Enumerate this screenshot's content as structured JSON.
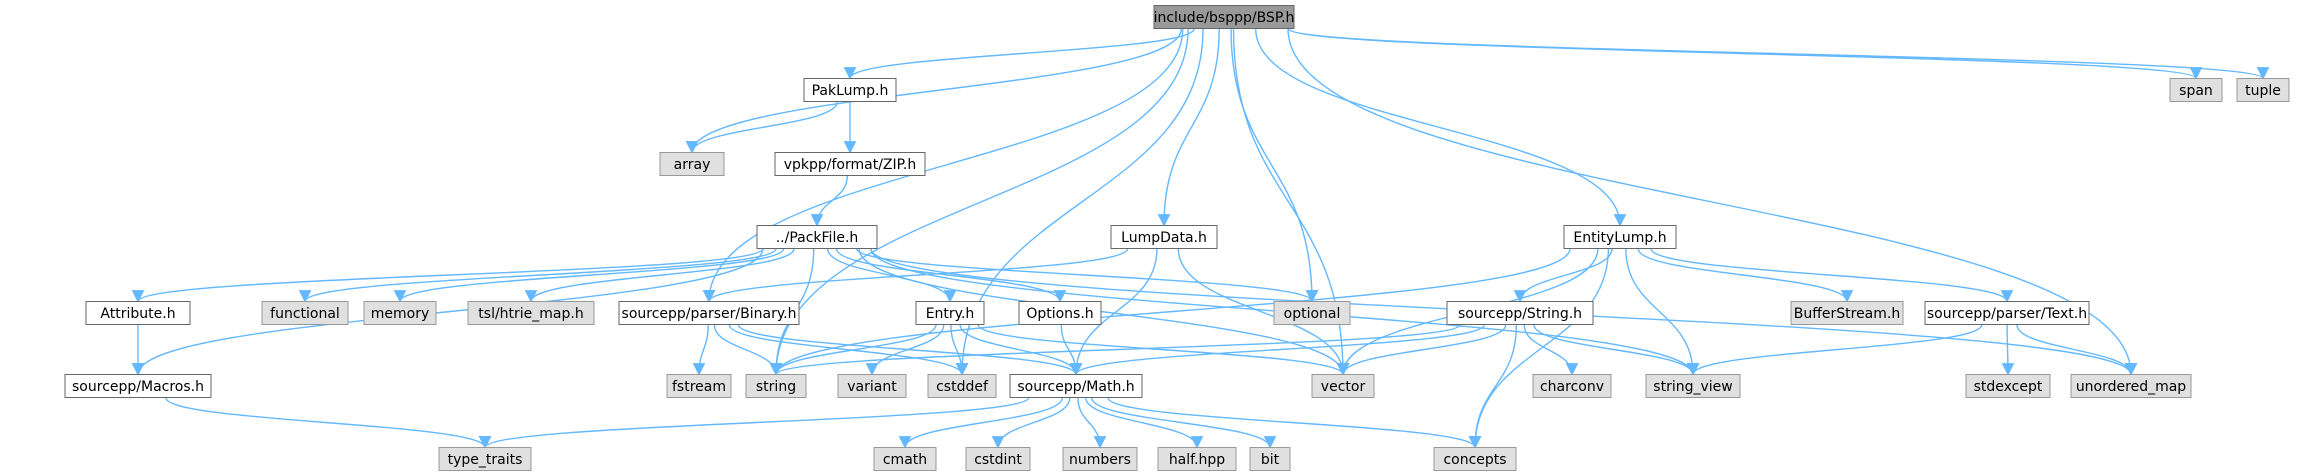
{
  "colors": {
    "edge": "#63b8ff",
    "root_fill": "#999999",
    "root_stroke": "#666666",
    "local_fill": "#ffffff",
    "local_stroke": "#666666",
    "system_fill": "#e0e0e0",
    "system_stroke": "#999999"
  },
  "graph": {
    "nodes": [
      {
        "id": "root",
        "label": "include/bsppp/BSP.h",
        "kind": "root"
      },
      {
        "id": "paklump",
        "label": "PakLump.h",
        "kind": "local"
      },
      {
        "id": "array",
        "label": "array",
        "kind": "system"
      },
      {
        "id": "zip",
        "label": "vpkpp/format/ZIP.h",
        "kind": "local"
      },
      {
        "id": "packfile",
        "label": "../PackFile.h",
        "kind": "local"
      },
      {
        "id": "lumpdata",
        "label": "LumpData.h",
        "kind": "local"
      },
      {
        "id": "entitylump",
        "label": "EntityLump.h",
        "kind": "local"
      },
      {
        "id": "span",
        "label": "span",
        "kind": "system"
      },
      {
        "id": "tuple",
        "label": "tuple",
        "kind": "system"
      },
      {
        "id": "attribute",
        "label": "Attribute.h",
        "kind": "local"
      },
      {
        "id": "functional",
        "label": "functional",
        "kind": "system"
      },
      {
        "id": "memory",
        "label": "memory",
        "kind": "system"
      },
      {
        "id": "htrie",
        "label": "tsl/htrie_map.h",
        "kind": "system"
      },
      {
        "id": "binary",
        "label": "sourcepp/parser/Binary.h",
        "kind": "local"
      },
      {
        "id": "entry",
        "label": "Entry.h",
        "kind": "local"
      },
      {
        "id": "options",
        "label": "Options.h",
        "kind": "local"
      },
      {
        "id": "optional",
        "label": "optional",
        "kind": "system"
      },
      {
        "id": "string_h",
        "label": "sourcepp/String.h",
        "kind": "local"
      },
      {
        "id": "bufferstream",
        "label": "BufferStream.h",
        "kind": "system"
      },
      {
        "id": "text",
        "label": "sourcepp/parser/Text.h",
        "kind": "local"
      },
      {
        "id": "macros",
        "label": "sourcepp/Macros.h",
        "kind": "local"
      },
      {
        "id": "fstream",
        "label": "fstream",
        "kind": "system"
      },
      {
        "id": "string",
        "label": "string",
        "kind": "system"
      },
      {
        "id": "variant",
        "label": "variant",
        "kind": "system"
      },
      {
        "id": "cstddef",
        "label": "cstddef",
        "kind": "system"
      },
      {
        "id": "math",
        "label": "sourcepp/Math.h",
        "kind": "local"
      },
      {
        "id": "vector",
        "label": "vector",
        "kind": "system"
      },
      {
        "id": "charconv",
        "label": "charconv",
        "kind": "system"
      },
      {
        "id": "string_view",
        "label": "string_view",
        "kind": "system"
      },
      {
        "id": "stdexcept",
        "label": "stdexcept",
        "kind": "system"
      },
      {
        "id": "unordered_map",
        "label": "unordered_map",
        "kind": "system"
      },
      {
        "id": "type_traits",
        "label": "type_traits",
        "kind": "system"
      },
      {
        "id": "cmath",
        "label": "cmath",
        "kind": "system"
      },
      {
        "id": "cstdint",
        "label": "cstdint",
        "kind": "system"
      },
      {
        "id": "numbers",
        "label": "numbers",
        "kind": "system"
      },
      {
        "id": "halfhpp",
        "label": "half.hpp",
        "kind": "system"
      },
      {
        "id": "bit",
        "label": "bit",
        "kind": "system"
      },
      {
        "id": "concepts",
        "label": "concepts",
        "kind": "system"
      }
    ],
    "edges": [
      [
        "root",
        "paklump"
      ],
      [
        "root",
        "array"
      ],
      [
        "root",
        "string"
      ],
      [
        "root",
        "binary"
      ],
      [
        "root",
        "cstddef"
      ],
      [
        "root",
        "lumpdata"
      ],
      [
        "root",
        "optional"
      ],
      [
        "root",
        "vector"
      ],
      [
        "root",
        "entitylump"
      ],
      [
        "root",
        "unordered_map"
      ],
      [
        "root",
        "span"
      ],
      [
        "root",
        "tuple"
      ],
      [
        "paklump",
        "array"
      ],
      [
        "paklump",
        "zip"
      ],
      [
        "zip",
        "packfile"
      ],
      [
        "packfile",
        "attribute"
      ],
      [
        "packfile",
        "functional"
      ],
      [
        "packfile",
        "memory"
      ],
      [
        "packfile",
        "htrie"
      ],
      [
        "packfile",
        "macros"
      ],
      [
        "packfile",
        "string"
      ],
      [
        "packfile",
        "entry"
      ],
      [
        "packfile",
        "options"
      ],
      [
        "packfile",
        "optional"
      ],
      [
        "packfile",
        "vector"
      ],
      [
        "packfile",
        "string_view"
      ],
      [
        "packfile",
        "unordered_map"
      ],
      [
        "attribute",
        "macros"
      ],
      [
        "macros",
        "type_traits"
      ],
      [
        "entry",
        "string"
      ],
      [
        "entry",
        "variant"
      ],
      [
        "entry",
        "cstddef"
      ],
      [
        "entry",
        "math"
      ],
      [
        "entry",
        "vector"
      ],
      [
        "options",
        "math"
      ],
      [
        "binary",
        "fstream"
      ],
      [
        "binary",
        "string"
      ],
      [
        "binary",
        "cstddef"
      ],
      [
        "binary",
        "math"
      ],
      [
        "lumpdata",
        "binary"
      ],
      [
        "lumpdata",
        "math"
      ],
      [
        "lumpdata",
        "vector"
      ],
      [
        "entitylump",
        "string"
      ],
      [
        "entitylump",
        "string_h"
      ],
      [
        "entitylump",
        "bufferstream"
      ],
      [
        "entitylump",
        "text"
      ],
      [
        "entitylump",
        "vector"
      ],
      [
        "entitylump",
        "string_view"
      ],
      [
        "entitylump",
        "concepts"
      ],
      [
        "string_h",
        "string"
      ],
      [
        "string_h",
        "math"
      ],
      [
        "string_h",
        "vector"
      ],
      [
        "string_h",
        "concepts"
      ],
      [
        "string_h",
        "charconv"
      ],
      [
        "string_h",
        "string_view"
      ],
      [
        "text",
        "string_view"
      ],
      [
        "text",
        "stdexcept"
      ],
      [
        "text",
        "unordered_map"
      ],
      [
        "math",
        "type_traits"
      ],
      [
        "math",
        "cmath"
      ],
      [
        "math",
        "cstdint"
      ],
      [
        "math",
        "numbers"
      ],
      [
        "math",
        "halfhpp"
      ],
      [
        "math",
        "bit"
      ],
      [
        "math",
        "concepts"
      ]
    ]
  }
}
